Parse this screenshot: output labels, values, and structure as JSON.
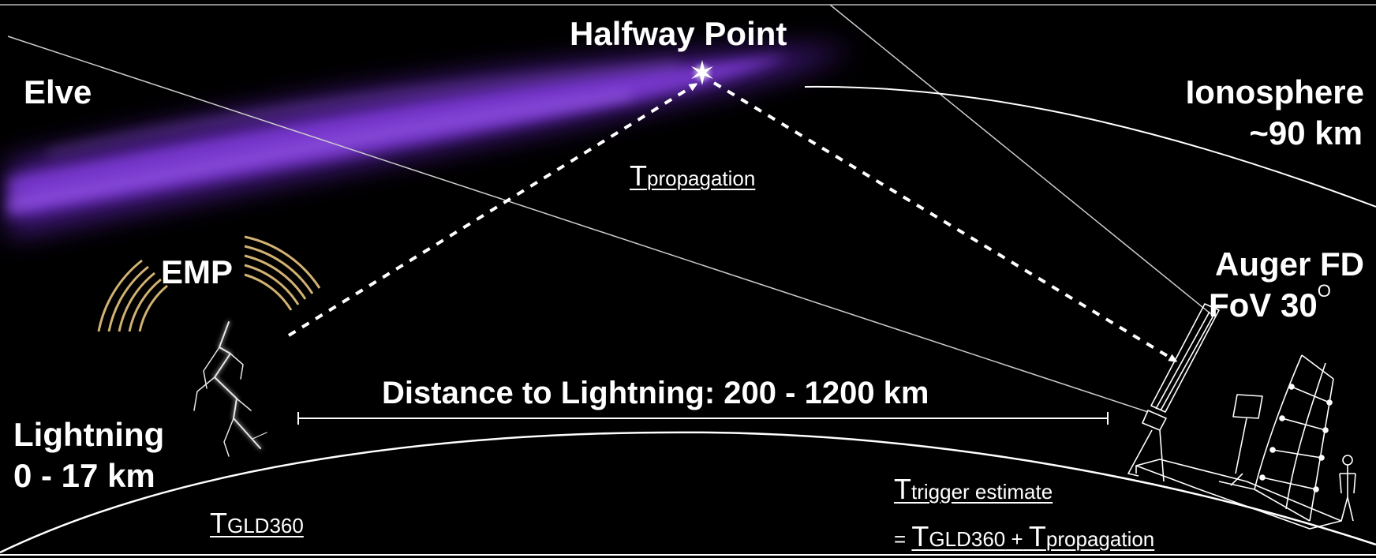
{
  "labels": {
    "elve": "Elve",
    "halfway_point": "Halfway Point",
    "ionosphere": "Ionosphere",
    "ionosphere_alt": "~90 km",
    "emp": "EMP",
    "lightning": "Lightning",
    "lightning_alt": "0 - 17 km",
    "auger_fd": "Auger FD",
    "fov": "FoV 30",
    "fov_degree": "O",
    "distance": "Distance to Lightning: 200 - 1200 km"
  },
  "timing": {
    "propagation_T": "T",
    "propagation_sub": "propagation",
    "gld360_T": "T",
    "gld360_sub": "GLD360",
    "trigger_T": "T",
    "trigger_sub": "trigger estimate",
    "equals": "=",
    "sum_T1": "T",
    "sum_sub1": "GLD360",
    "plus": "+",
    "sum_T2": "T",
    "sum_sub2": "propagation"
  },
  "colors": {
    "background": "#000000",
    "elve": "#8a3cff",
    "emp": "#d2b273",
    "lines": "#ffffff"
  },
  "icons": {
    "halfway": "star-burst-icon",
    "lightning": "lightning-bolt-icon",
    "telescope": "fluorescence-detector-telescope-icon"
  }
}
